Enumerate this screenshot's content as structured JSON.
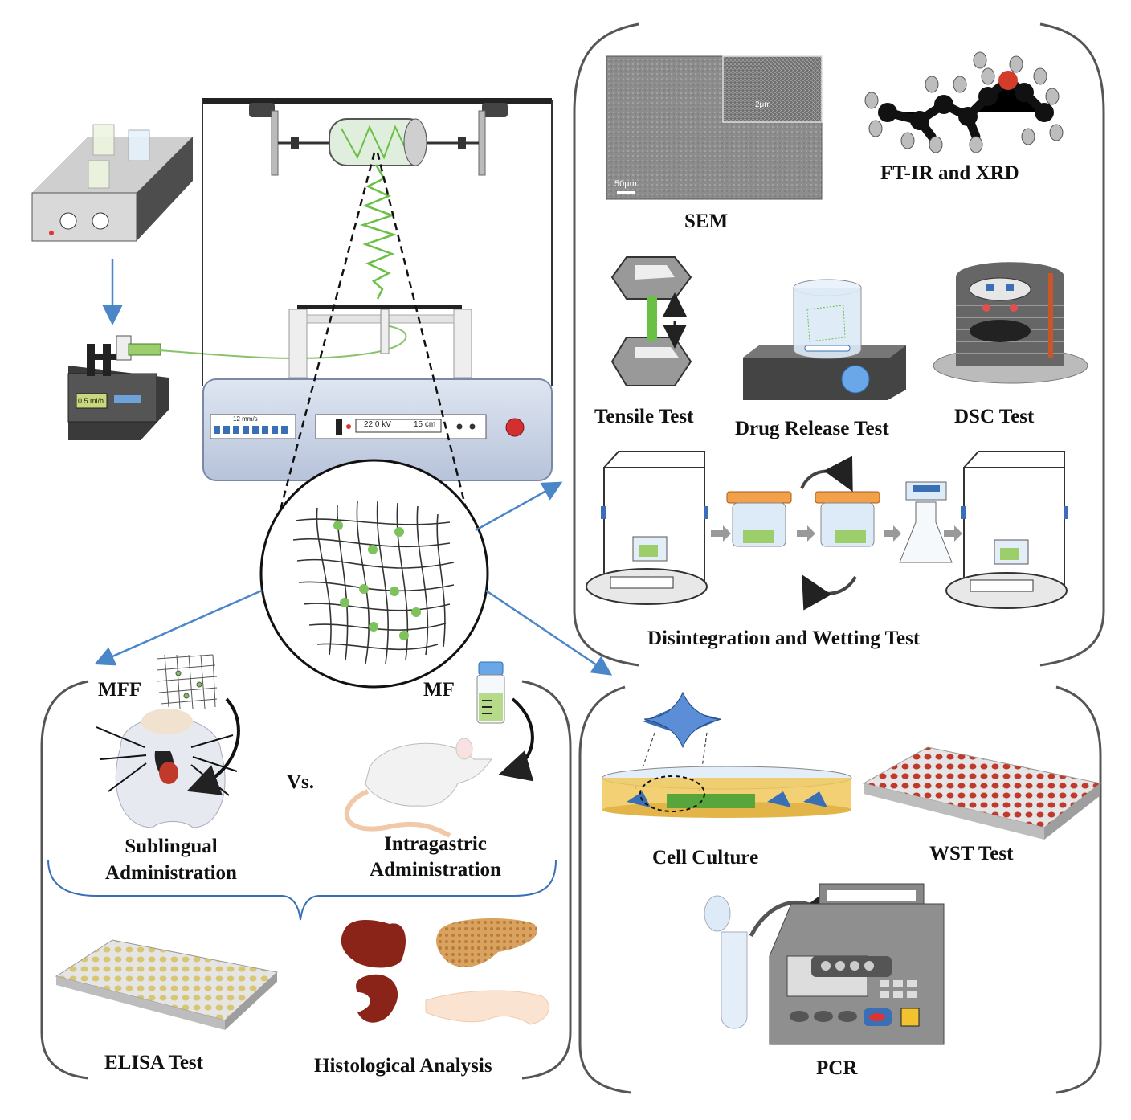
{
  "electrospinning": {
    "speed_display": "22.0 kV",
    "distance_display": "15 cm",
    "panel_left_label": "12 mm/s",
    "pump_display": "0.5 ml/h"
  },
  "characterization": {
    "sem_label": "SEM",
    "sem_scale_large": "50μm",
    "sem_scale_small": "2μm",
    "ftir_label": "FT-IR and XRD",
    "tensile_label": "Tensile Test",
    "drug_release_label": "Drug Release Test",
    "dsc_label": "DSC Test",
    "disintegration_label": "Disintegration and Wetting Test"
  },
  "in_vivo": {
    "mff_label": "MFF",
    "mf_label": "MF",
    "vs_label": "Vs.",
    "sublingual_label_1": "Sublingual",
    "sublingual_label_2": "Administration",
    "intragastric_label_1": "Intragastric",
    "intragastric_label_2": "Administration",
    "elisa_label": "ELISA Test",
    "histology_label": "Histological Analysis"
  },
  "in_vitro": {
    "cell_culture_label": "Cell Culture",
    "wst_label": "WST Test",
    "pcr_label": "PCR"
  },
  "colors": {
    "arrow_blue": "#4a86c8",
    "fiber_green": "#6abf45",
    "base_blue": "#c9d3e6",
    "bracket_gray": "#555555",
    "organ_red": "#8b2418",
    "plate_well_red": "#c0392b"
  }
}
